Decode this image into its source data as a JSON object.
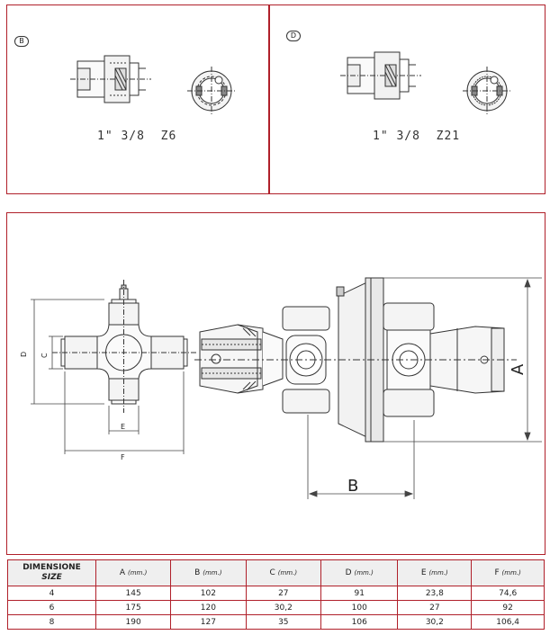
{
  "top_left": {
    "badge": "B",
    "spline": "1\" 3/8  Z6"
  },
  "top_right": {
    "badge": "D",
    "spline": "1\" 3/8  Z21"
  },
  "diagram": {
    "cross_labels": {
      "d": "D",
      "c": "C",
      "e": "E",
      "f": "F"
    },
    "shaft_labels": {
      "a": "A",
      "b": "B"
    }
  },
  "table": {
    "header_first": "DIMENSIONE",
    "header_first_sub": "SIZE",
    "columns": [
      {
        "name": "A",
        "unit": "(mm.)"
      },
      {
        "name": "B",
        "unit": "(mm.)"
      },
      {
        "name": "C",
        "unit": "(mm.)"
      },
      {
        "name": "D",
        "unit": "(mm.)"
      },
      {
        "name": "E",
        "unit": "(mm.)"
      },
      {
        "name": "F",
        "unit": "(mm.)"
      }
    ],
    "rows": [
      [
        "4",
        "145",
        "102",
        "27",
        "91",
        "23,8",
        "74,6"
      ],
      [
        "6",
        "175",
        "120",
        "30,2",
        "100",
        "27",
        "92"
      ],
      [
        "8",
        "190",
        "127",
        "35",
        "106",
        "30,2",
        "106,4"
      ]
    ]
  },
  "colors": {
    "border": "#b0202a",
    "header_bg": "#efefef",
    "line": "#333333"
  }
}
